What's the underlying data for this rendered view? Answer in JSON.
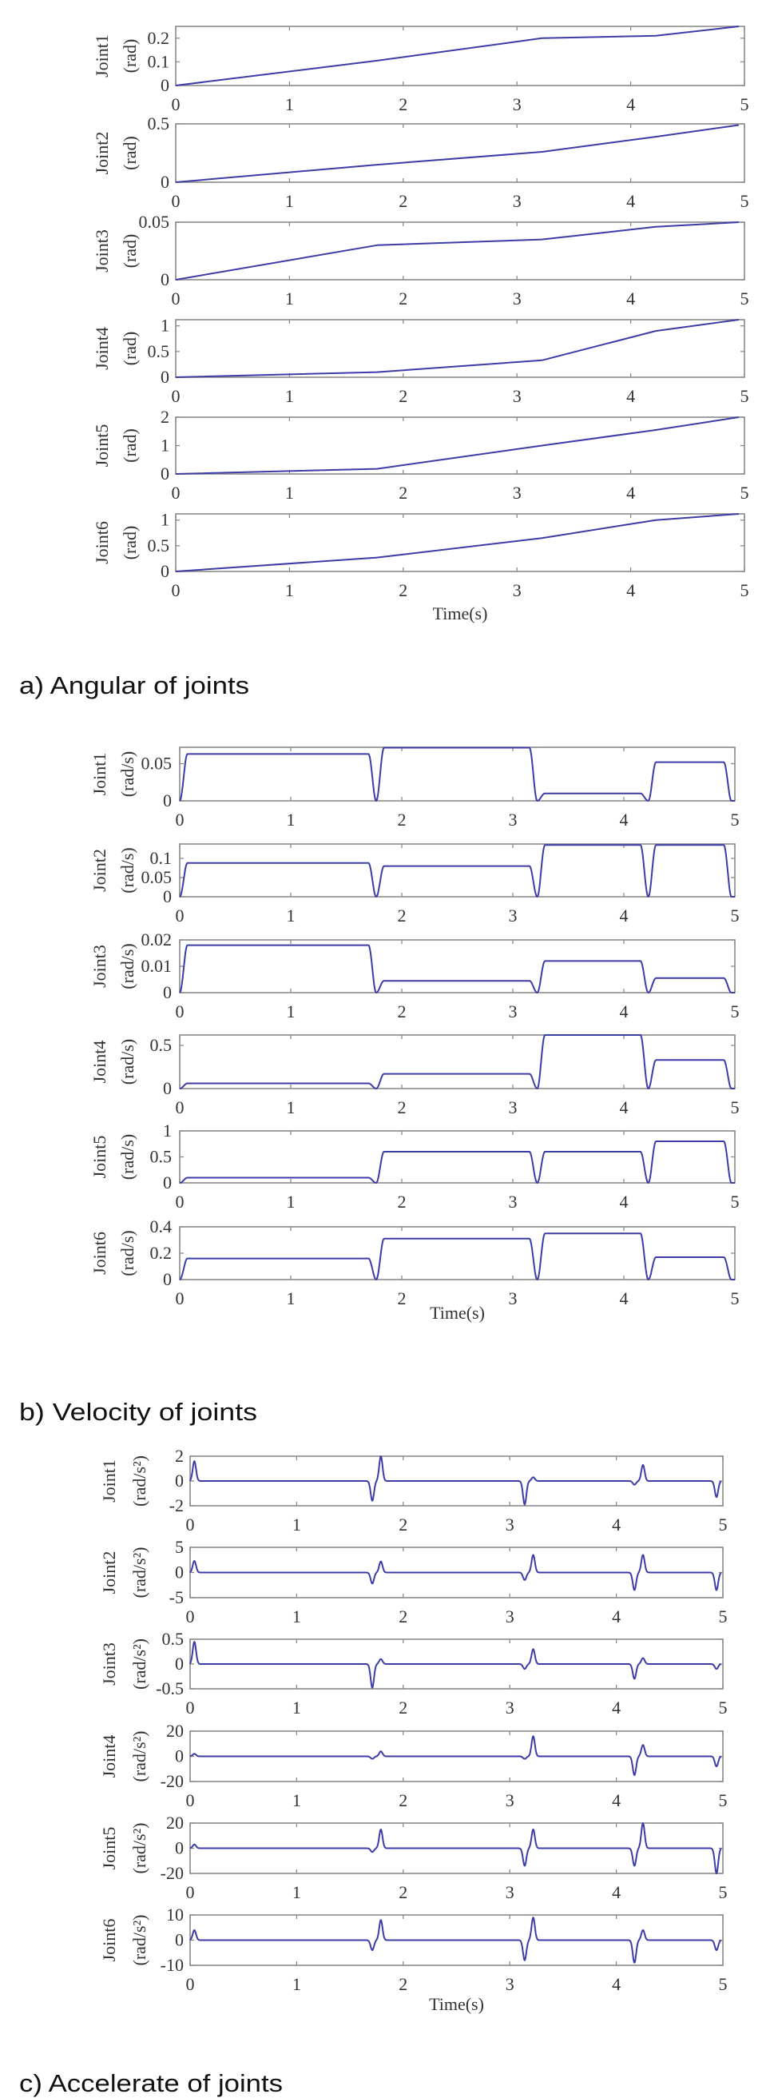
{
  "style": {
    "line_color": "#3c3ca8",
    "axis_color": "#8a8a8a"
  },
  "chart_data": [
    {
      "type": "line",
      "caption": "a) Angular of joints",
      "xlabel": "Time(s)",
      "xlim": [
        0,
        5
      ],
      "xticks": [
        0,
        1,
        2,
        3,
        4,
        5
      ],
      "xtick_labels": [
        "0",
        "1",
        "2",
        "3",
        "4",
        "5"
      ],
      "kind": "position",
      "panels": [
        {
          "ylabel": "Joint1",
          "unit": "(rad)",
          "ylim": [
            0,
            0.25
          ],
          "yticks": [
            0,
            0.1,
            0.2
          ],
          "ytick_labels": [
            "0",
            "0.1",
            "0.2"
          ],
          "t": [
            0,
            1.77,
            3.22,
            4.22,
            4.95
          ],
          "y": [
            0,
            0.105,
            0.2,
            0.21,
            0.25
          ]
        },
        {
          "ylabel": "Joint2",
          "unit": "(rad)",
          "ylim": [
            0,
            0.5
          ],
          "yticks": [
            0,
            0.5
          ],
          "ytick_labels": [
            "0",
            "0.5"
          ],
          "t": [
            0,
            1.77,
            3.22,
            4.22,
            4.95
          ],
          "y": [
            0,
            0.15,
            0.26,
            0.39,
            0.49
          ]
        },
        {
          "ylabel": "Joint3",
          "unit": "(rad)",
          "ylim": [
            0,
            0.05
          ],
          "yticks": [
            0,
            0.05
          ],
          "ytick_labels": [
            "0",
            "0.05"
          ],
          "t": [
            0,
            1.77,
            3.22,
            4.22,
            4.95
          ],
          "y": [
            0,
            0.03,
            0.035,
            0.046,
            0.05
          ]
        },
        {
          "ylabel": "Joint4",
          "unit": "(rad)",
          "ylim": [
            0,
            1.12
          ],
          "yticks": [
            0,
            0.5,
            1
          ],
          "ytick_labels": [
            "0",
            "0.5",
            "1"
          ],
          "t": [
            0,
            1.77,
            3.22,
            4.22,
            4.95
          ],
          "y": [
            0,
            0.1,
            0.33,
            0.9,
            1.12
          ]
        },
        {
          "ylabel": "Joint5",
          "unit": "(rad)",
          "ylim": [
            0,
            2
          ],
          "yticks": [
            0,
            1,
            2
          ],
          "ytick_labels": [
            "0",
            "1",
            "2"
          ],
          "t": [
            0,
            1.77,
            3.22,
            4.22,
            4.95
          ],
          "y": [
            0,
            0.18,
            1.0,
            1.55,
            2.0
          ]
        },
        {
          "ylabel": "Joint6",
          "unit": "(rad)",
          "ylim": [
            0,
            1.12
          ],
          "yticks": [
            0,
            0.5,
            1
          ],
          "ytick_labels": [
            "0",
            "0.5",
            "1"
          ],
          "t": [
            0,
            1.77,
            3.22,
            4.22,
            4.95
          ],
          "y": [
            0,
            0.27,
            0.65,
            1.0,
            1.12
          ]
        }
      ]
    },
    {
      "type": "line",
      "caption": "b) Velocity of joints",
      "xlabel": "Time(s)",
      "xlim": [
        0,
        5
      ],
      "xticks": [
        0,
        1,
        2,
        3,
        4,
        5
      ],
      "xtick_labels": [
        "0",
        "1",
        "2",
        "3",
        "4",
        "5"
      ],
      "kind": "velocity",
      "segment_boundaries": [
        0,
        1.77,
        3.22,
        4.22,
        4.97
      ],
      "panels": [
        {
          "ylabel": "Joint1",
          "unit": "(rad/s)",
          "ylim": [
            0,
            0.072
          ],
          "yticks": [
            0,
            0.05
          ],
          "ytick_labels": [
            "0",
            "0.05"
          ],
          "plateaus": [
            0.063,
            0.0715,
            0.01,
            0.052
          ]
        },
        {
          "ylabel": "Joint2",
          "unit": "(rad/s)",
          "ylim": [
            0,
            0.1375
          ],
          "yticks": [
            0,
            0.05,
            0.1
          ],
          "ytick_labels": [
            "0",
            "0.05",
            "0.1"
          ],
          "plateaus": [
            0.088,
            0.08,
            0.135,
            0.135
          ]
        },
        {
          "ylabel": "Joint3",
          "unit": "(rad/s)",
          "ylim": [
            0,
            0.02
          ],
          "yticks": [
            0,
            0.01,
            0.02
          ],
          "ytick_labels": [
            "0",
            "0.01",
            "0.02"
          ],
          "plateaus": [
            0.018,
            0.0045,
            0.012,
            0.0055
          ]
        },
        {
          "ylabel": "Joint4",
          "unit": "(rad/s)",
          "ylim": [
            0,
            0.62
          ],
          "yticks": [
            0,
            0.5
          ],
          "ytick_labels": [
            "0",
            "0.5"
          ],
          "plateaus": [
            0.06,
            0.17,
            0.62,
            0.33
          ]
        },
        {
          "ylabel": "Joint5",
          "unit": "(rad/s)",
          "ylim": [
            0,
            1
          ],
          "yticks": [
            0,
            0.5,
            1
          ],
          "ytick_labels": [
            "0",
            "0.5",
            "1"
          ],
          "plateaus": [
            0.1,
            0.6,
            0.6,
            0.8
          ]
        },
        {
          "ylabel": "Joint6",
          "unit": "(rad/s)",
          "ylim": [
            0,
            0.4
          ],
          "yticks": [
            0,
            0.2,
            0.4
          ],
          "ytick_labels": [
            "0",
            "0.2",
            "0.4"
          ],
          "plateaus": [
            0.16,
            0.31,
            0.35,
            0.17
          ]
        }
      ]
    },
    {
      "type": "line",
      "caption": "c) Accelerate of joints",
      "xlabel": "Time(s)",
      "xlim": [
        0,
        5
      ],
      "xticks": [
        0,
        1,
        2,
        3,
        4,
        5
      ],
      "xtick_labels": [
        "0",
        "1",
        "2",
        "3",
        "4",
        "5"
      ],
      "kind": "acceleration",
      "panels": [
        {
          "ylabel": "Joint1",
          "unit": "(rad/s²)",
          "ylim": [
            -2,
            2
          ],
          "yticks": [
            -2,
            0,
            2
          ],
          "ytick_labels": [
            "-2",
            "0",
            "2"
          ],
          "peaks": [
            [
              0.04,
              1.6
            ],
            [
              1.71,
              -1.6
            ],
            [
              1.79,
              2.0
            ],
            [
              3.14,
              -1.9
            ],
            [
              3.22,
              0.3
            ],
            [
              4.17,
              -0.3
            ],
            [
              4.25,
              1.3
            ],
            [
              4.94,
              -1.3
            ]
          ]
        },
        {
          "ylabel": "Joint2",
          "unit": "(rad/s²)",
          "ylim": [
            -5,
            5
          ],
          "yticks": [
            -5,
            0,
            5
          ],
          "ytick_labels": [
            "-5",
            "0",
            "5"
          ],
          "peaks": [
            [
              0.04,
              2.3
            ],
            [
              1.71,
              -2.2
            ],
            [
              1.79,
              2.2
            ],
            [
              3.14,
              -1.5
            ],
            [
              3.22,
              3.5
            ],
            [
              4.17,
              -3.5
            ],
            [
              4.25,
              3.5
            ],
            [
              4.94,
              -3.5
            ]
          ]
        },
        {
          "ylabel": "Joint3",
          "unit": "(rad/s²)",
          "ylim": [
            -0.5,
            0.5
          ],
          "yticks": [
            -0.5,
            0,
            0.5
          ],
          "ytick_labels": [
            "-0.5",
            "0",
            "0.5"
          ],
          "peaks": [
            [
              0.04,
              0.45
            ],
            [
              1.71,
              -0.48
            ],
            [
              1.79,
              0.1
            ],
            [
              3.14,
              -0.1
            ],
            [
              3.22,
              0.3
            ],
            [
              4.17,
              -0.3
            ],
            [
              4.25,
              0.12
            ],
            [
              4.94,
              -0.1
            ]
          ]
        },
        {
          "ylabel": "Joint4",
          "unit": "(rad/s²)",
          "ylim": [
            -20,
            20
          ],
          "yticks": [
            -20,
            0,
            20
          ],
          "ytick_labels": [
            "-20",
            "0",
            "20"
          ],
          "peaks": [
            [
              0.04,
              2
            ],
            [
              1.71,
              -2
            ],
            [
              1.79,
              4
            ],
            [
              3.14,
              -2
            ],
            [
              3.22,
              16
            ],
            [
              4.17,
              -15
            ],
            [
              4.25,
              9
            ],
            [
              4.94,
              -8
            ]
          ]
        },
        {
          "ylabel": "Joint5",
          "unit": "(rad/s²)",
          "ylim": [
            -20,
            20
          ],
          "yticks": [
            -20,
            0,
            20
          ],
          "ytick_labels": [
            "-20",
            "0",
            "20"
          ],
          "peaks": [
            [
              0.04,
              3
            ],
            [
              1.71,
              -3
            ],
            [
              1.79,
              15
            ],
            [
              3.14,
              -14
            ],
            [
              3.22,
              15
            ],
            [
              4.17,
              -14
            ],
            [
              4.25,
              20
            ],
            [
              4.94,
              -20
            ]
          ]
        },
        {
          "ylabel": "Joint6",
          "unit": "(rad/s²)",
          "ylim": [
            -10,
            10
          ],
          "yticks": [
            -10,
            0,
            10
          ],
          "ytick_labels": [
            "-10",
            "0",
            "10"
          ],
          "peaks": [
            [
              0.04,
              4
            ],
            [
              1.71,
              -4
            ],
            [
              1.79,
              8
            ],
            [
              3.14,
              -8
            ],
            [
              3.22,
              9
            ],
            [
              4.17,
              -9
            ],
            [
              4.25,
              4
            ],
            [
              4.94,
              -4
            ]
          ]
        }
      ]
    }
  ]
}
